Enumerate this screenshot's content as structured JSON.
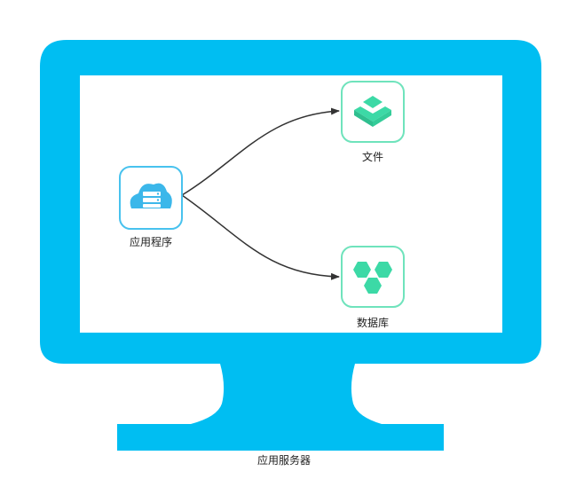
{
  "nodes": {
    "app": {
      "label": "应用程序",
      "icon": "cloud-server-icon"
    },
    "file": {
      "label": "文件",
      "icon": "stacked-layers-icon"
    },
    "database": {
      "label": "数据库",
      "icon": "hexagon-cluster-icon"
    }
  },
  "server": {
    "label": "应用服务器",
    "icon": "monitor-icon"
  },
  "edges": [
    {
      "from": "应用程序",
      "to": "文件"
    },
    {
      "from": "应用程序",
      "to": "数据库"
    }
  ],
  "colors": {
    "monitor": "#00BEF2",
    "app_icon": "#3BB7EA",
    "app_border": "#48C2EE",
    "green_icon": "#3CD9A6",
    "green_border": "#6FE3BC",
    "edge": "#333333",
    "text": "#222222"
  }
}
